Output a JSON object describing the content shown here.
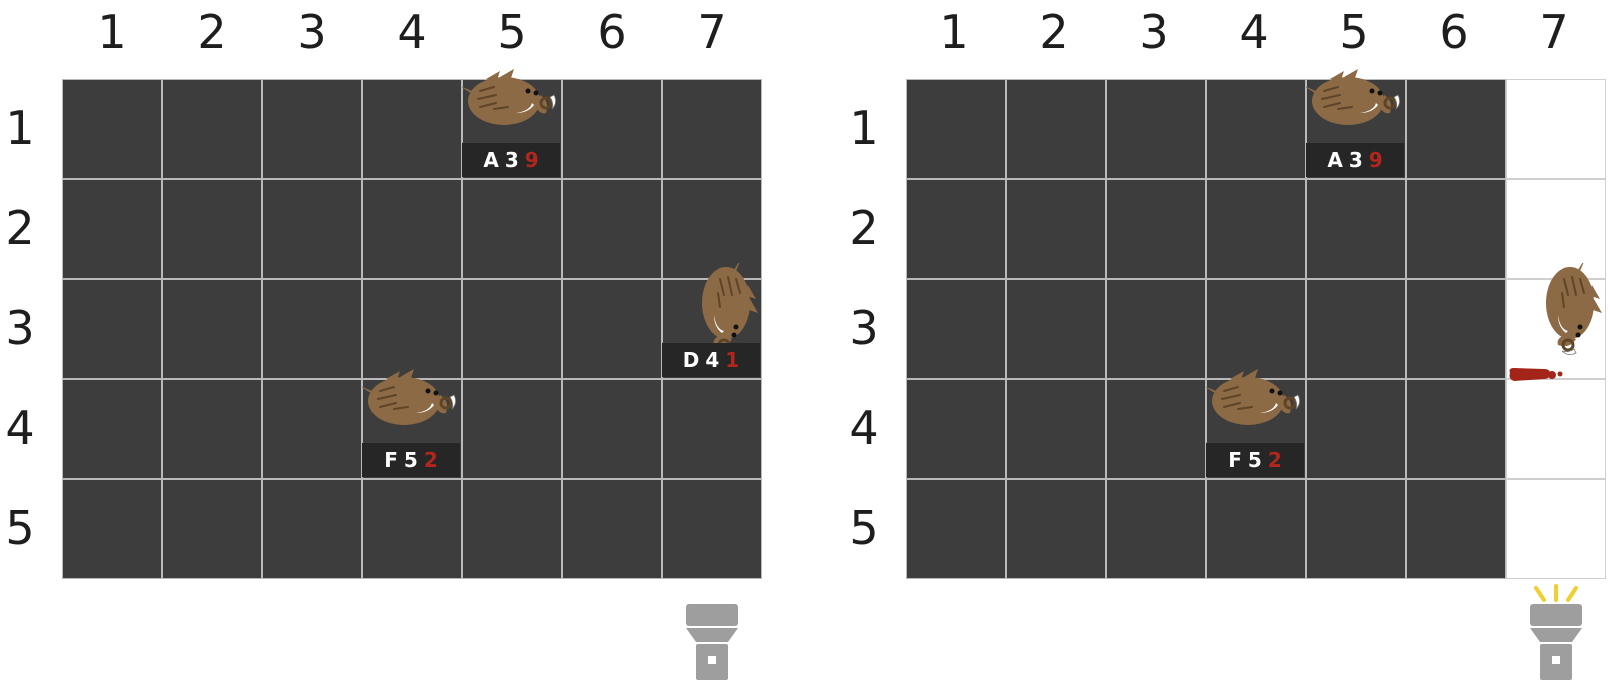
{
  "column_labels": [
    "1",
    "2",
    "3",
    "4",
    "5",
    "6",
    "7"
  ],
  "row_labels": [
    "1",
    "2",
    "3",
    "4",
    "5"
  ],
  "colors": {
    "grid_dark": "#3d3d3d",
    "grid_lit": "#ffffff",
    "grid_line": "#b9b9b9",
    "tag_bg": "#262626",
    "hp_text": "#b3261e",
    "boar_body": "#8b6a45",
    "flashlight": "#9e9e9e",
    "flash_rays": "#f2cf30"
  },
  "boards": [
    {
      "name": "before",
      "lit_column": null,
      "flashlight_on": false,
      "boars": [
        {
          "id": "A",
          "value": "3",
          "hp": "9",
          "row": 1,
          "col": 5,
          "facing": "right",
          "icon": "boar-icon"
        },
        {
          "id": "D",
          "value": "4",
          "hp": "1",
          "row": 3,
          "col": 7,
          "facing": "down",
          "icon": "boar-icon"
        },
        {
          "id": "F",
          "value": "5",
          "hp": "2",
          "row": 4,
          "col": 4,
          "facing": "right",
          "icon": "boar-icon"
        }
      ]
    },
    {
      "name": "after",
      "lit_column": 7,
      "flashlight_on": true,
      "boars": [
        {
          "id": "A",
          "value": "3",
          "hp": "9",
          "row": 1,
          "col": 5,
          "facing": "right",
          "icon": "boar-icon",
          "tag_visible": true
        },
        {
          "id": "D",
          "value": "",
          "hp": "",
          "row": 3,
          "col": 7,
          "facing": "down",
          "icon": "boar-icon",
          "tag_visible": false,
          "effect": "blood-splatter-icon"
        },
        {
          "id": "F",
          "value": "5",
          "hp": "2",
          "row": 4,
          "col": 4,
          "facing": "right",
          "icon": "boar-icon",
          "tag_visible": true
        }
      ]
    }
  ]
}
